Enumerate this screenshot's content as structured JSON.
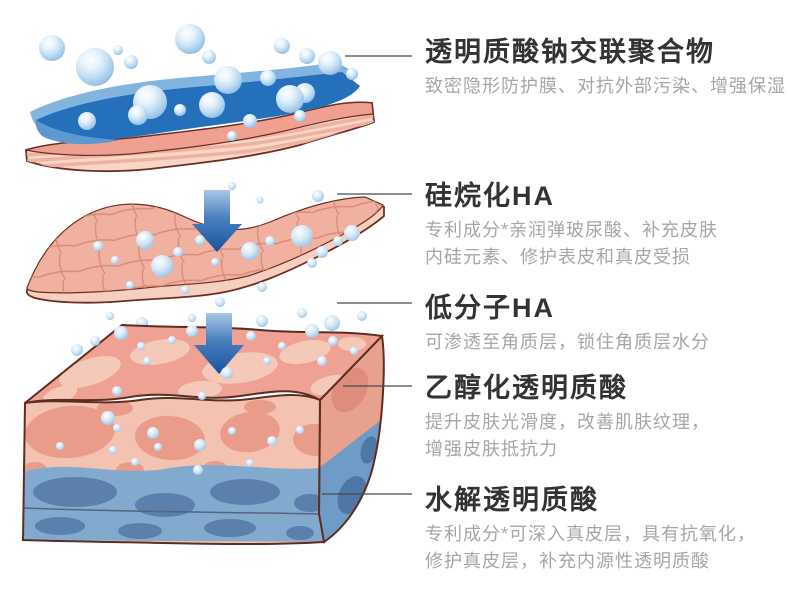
{
  "infographic": {
    "labels": [
      {
        "title": "透明质酸钠交联聚合物",
        "desc_lines": [
          "致密隐形防护膜、对抗外部污染、增强保湿",
          ""
        ]
      },
      {
        "title": "硅烷化HA",
        "desc_lines": [
          "专利成分*亲润弹玻尿酸、补充皮肤",
          "内硅元素、修护表皮和真皮受损"
        ]
      },
      {
        "title": "低分子HA",
        "desc_lines": [
          "可渗透至角质层，锁住角质层水分",
          ""
        ]
      },
      {
        "title": "乙醇化透明质酸",
        "desc_lines": [
          "提升皮肤光滑度，改善肌肤纹理，",
          "增强皮肤抵抗力"
        ]
      },
      {
        "title": "水解透明质酸",
        "desc_lines": [
          "专利成分*可深入真皮层，具有抗氧化，",
          "修护真皮层，补充内源性透明质酸"
        ]
      }
    ],
    "colors": {
      "title_text": "#333333",
      "desc_text": "#a6a6a6",
      "callout_line": "#4a4a4a",
      "film_blue": "#2470bb",
      "film_blue_light": "#82b4e0",
      "bubble_blue": "#aecfec",
      "arrow_blue": "#16549f",
      "membrane_pink": "#efa090",
      "membrane_face_pink": "#f8d6c8",
      "skin_pink": "#f4c2b0",
      "skin_salmon": "#ea9c8a",
      "dermis_blue": "#82aacf",
      "dermis_blue_dark": "#5b80ac",
      "outline_brown": "#5e2d22"
    }
  }
}
